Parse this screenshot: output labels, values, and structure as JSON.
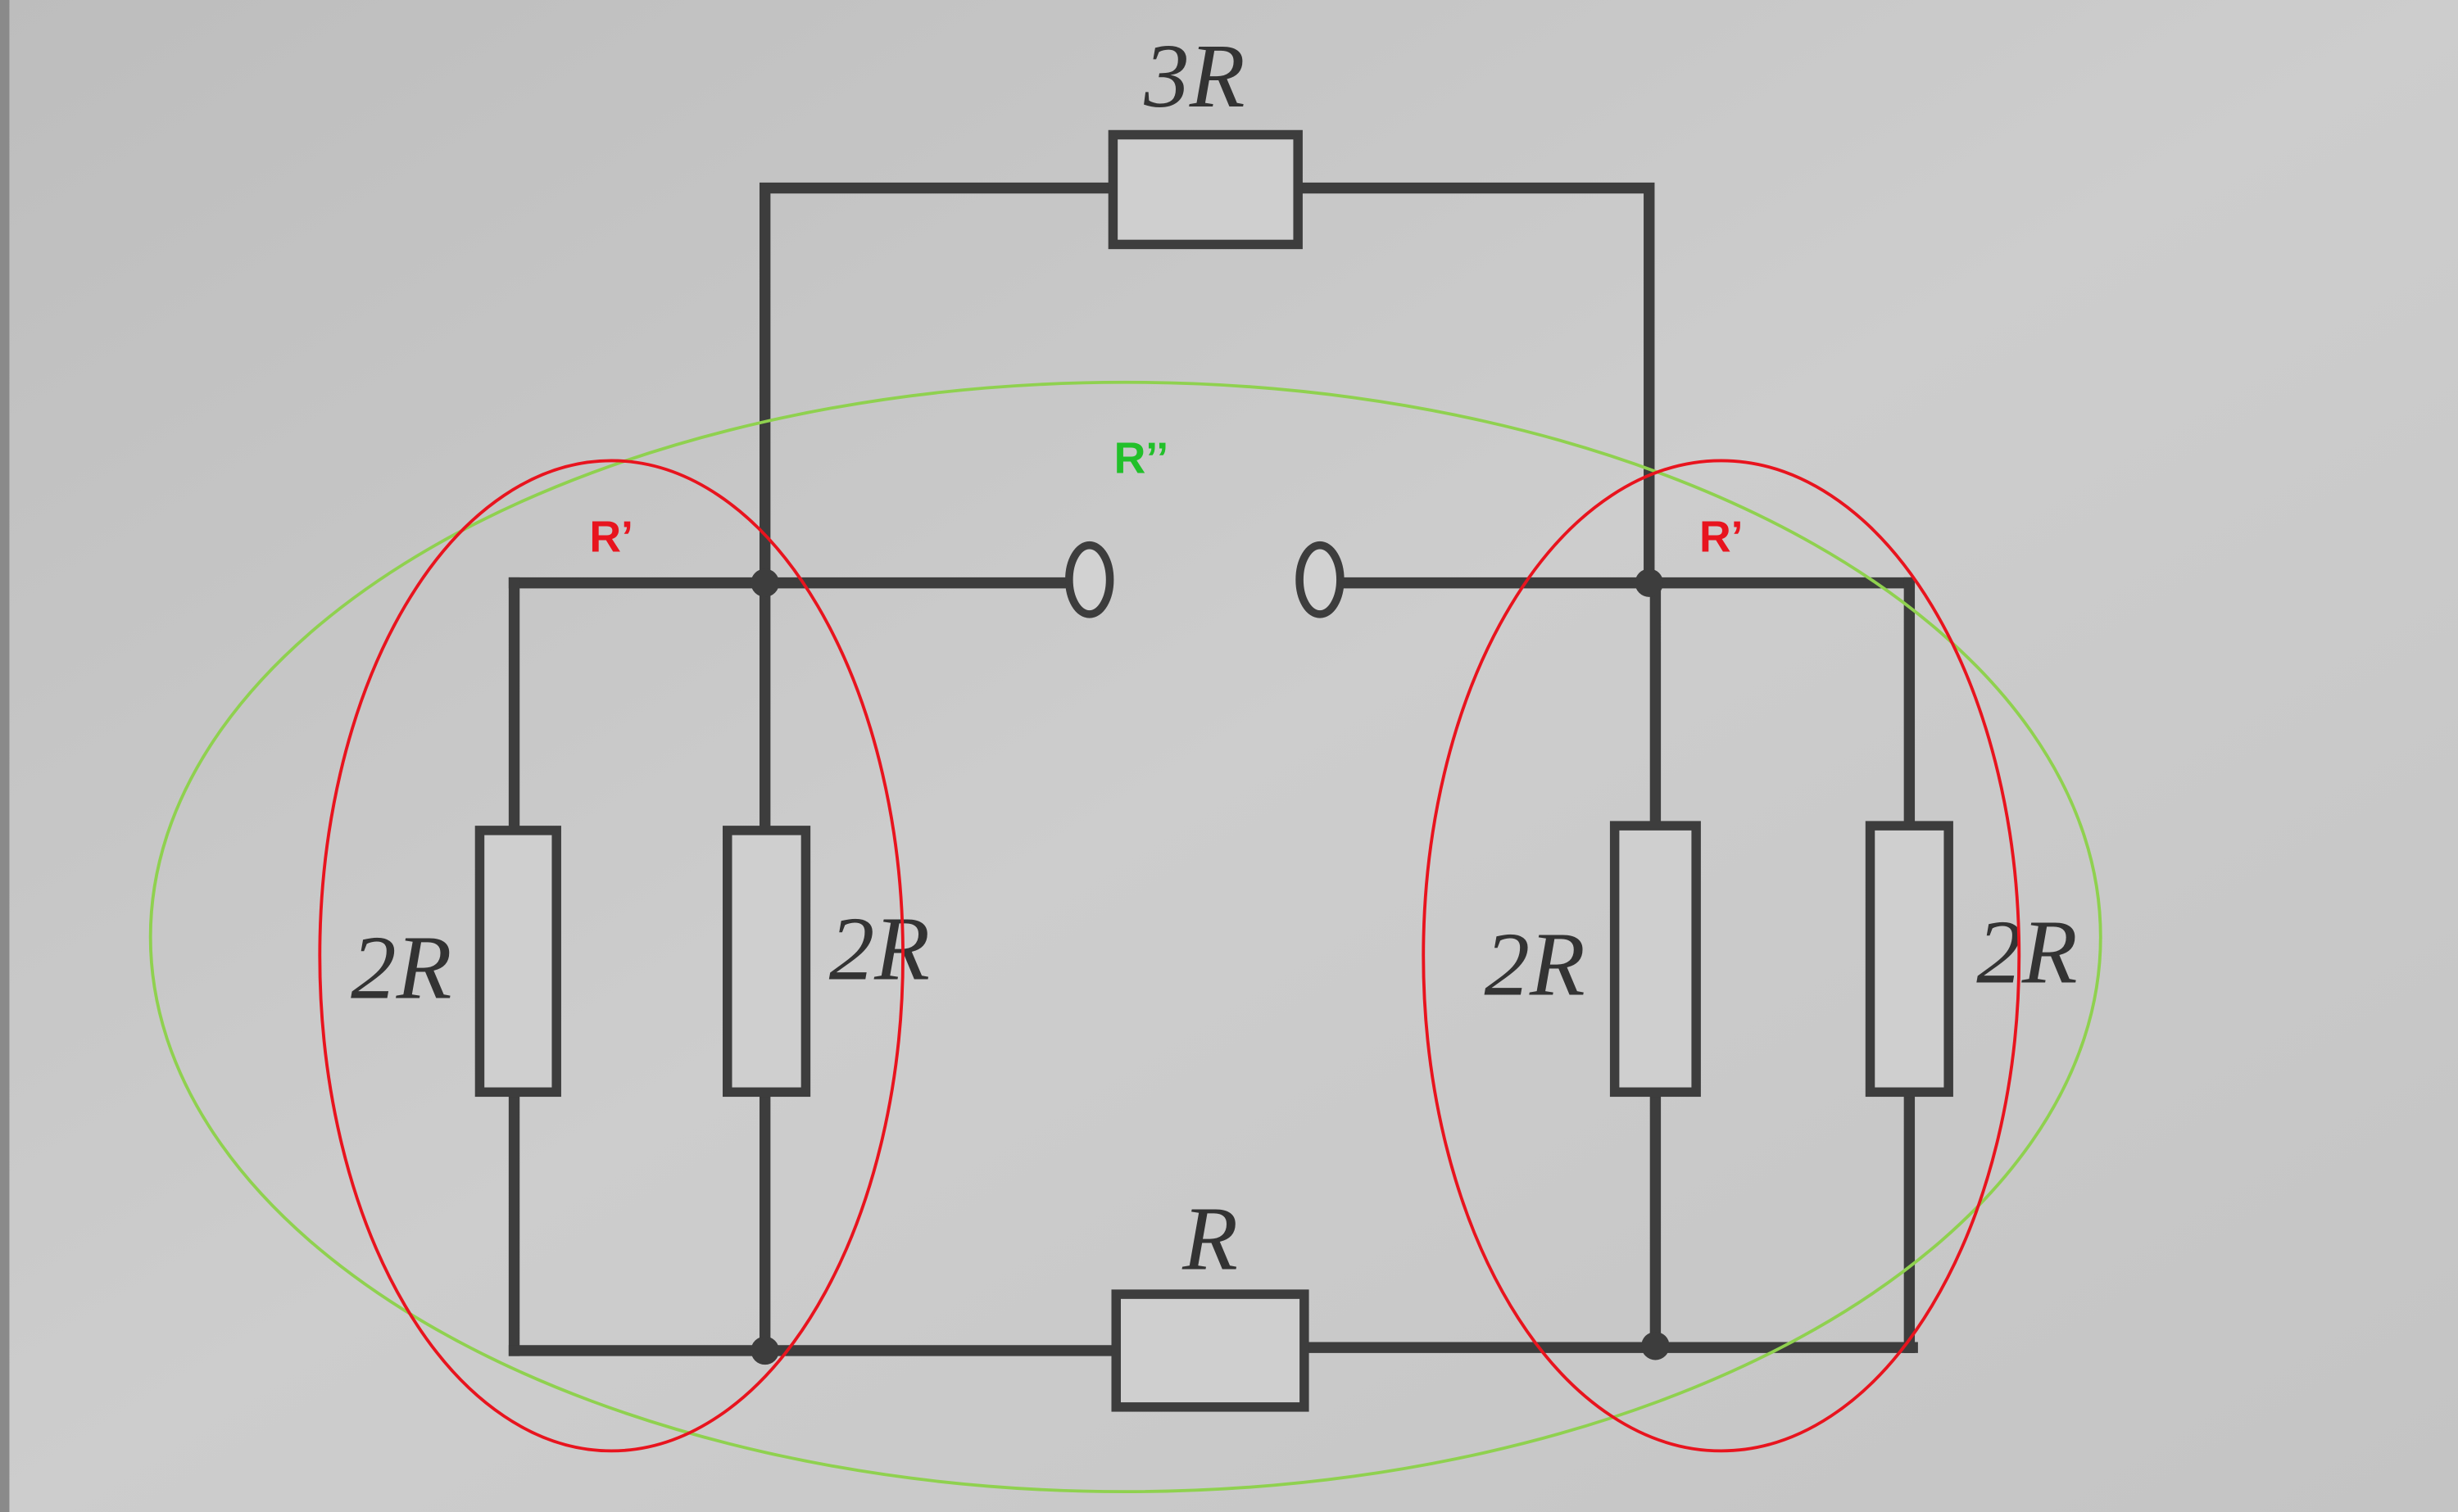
{
  "circuit": {
    "top_resistor": "3R",
    "bottom_resistor": "R",
    "left_outer_resistor": "2R",
    "left_inner_resistor": "2R",
    "right_inner_resistor": "2R",
    "right_outer_resistor": "2R"
  },
  "annotations": {
    "left_group_label": "R’",
    "right_group_label": "R’",
    "combined_label": "R’’",
    "group_color": "#e8141e",
    "combined_color": "#8fd14f",
    "combined_text_color": "#22c02a"
  }
}
